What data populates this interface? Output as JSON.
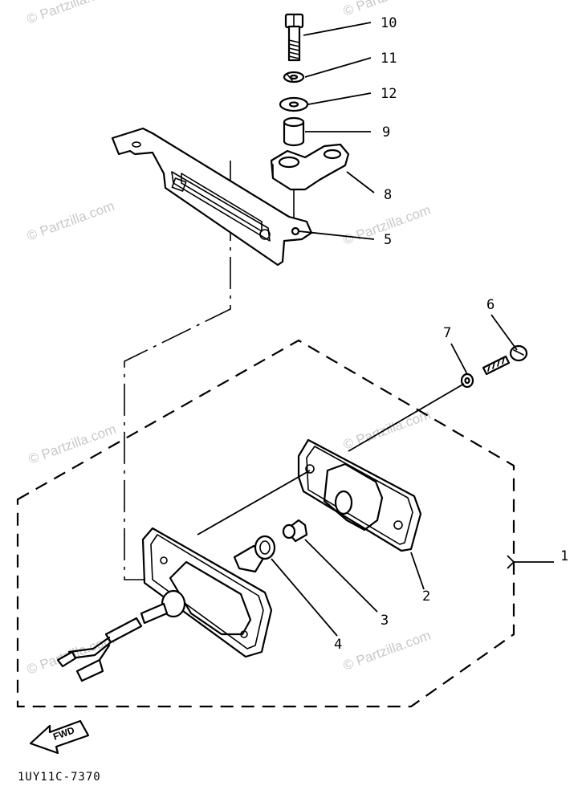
{
  "diagram": {
    "part_code": "1UY11C-7370",
    "fwd_label": "FWD",
    "watermark": "© Partzilla.com",
    "callouts": [
      "10",
      "11",
      "12",
      "9",
      "8",
      "5",
      "6",
      "7",
      "1",
      "2",
      "3",
      "4"
    ]
  }
}
